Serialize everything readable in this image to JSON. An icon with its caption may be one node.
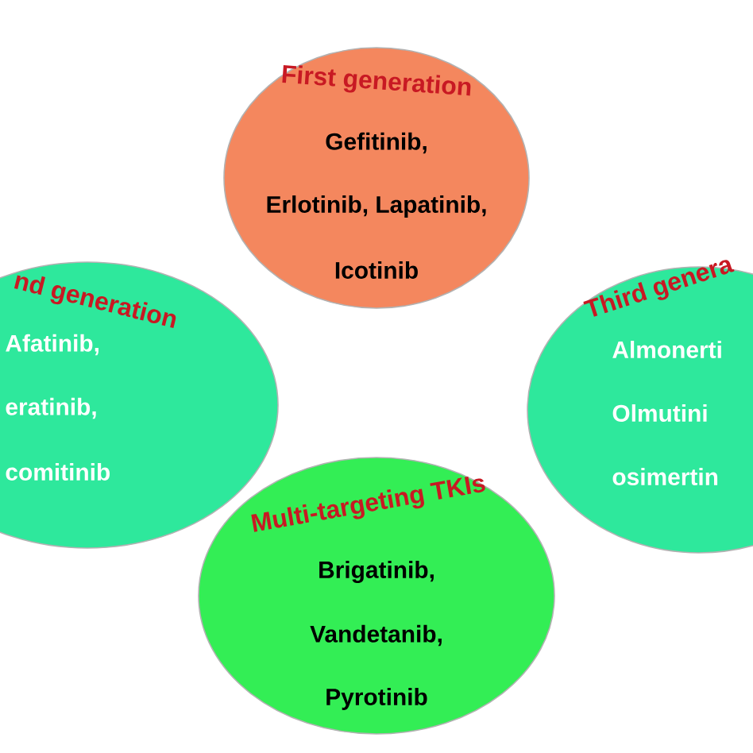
{
  "diagram": {
    "nodes": [
      {
        "text": [
          "First generation",
          "Gefitinib,",
          "Erlotinib, Lapatinib,",
          "Icotinib"
        ]
      },
      {
        "text": [
          "nd generation",
          "Afatinib,",
          "eratinib,",
          "comitinib"
        ]
      },
      {
        "text": [
          "Third genera",
          "Almonerti",
          "Olmutini",
          "osimertin"
        ]
      },
      {
        "text": [
          "Multi-targeting TKIs",
          "Brigatinib,",
          "Vandetanib,",
          "Pyrotinib"
        ]
      }
    ]
  }
}
